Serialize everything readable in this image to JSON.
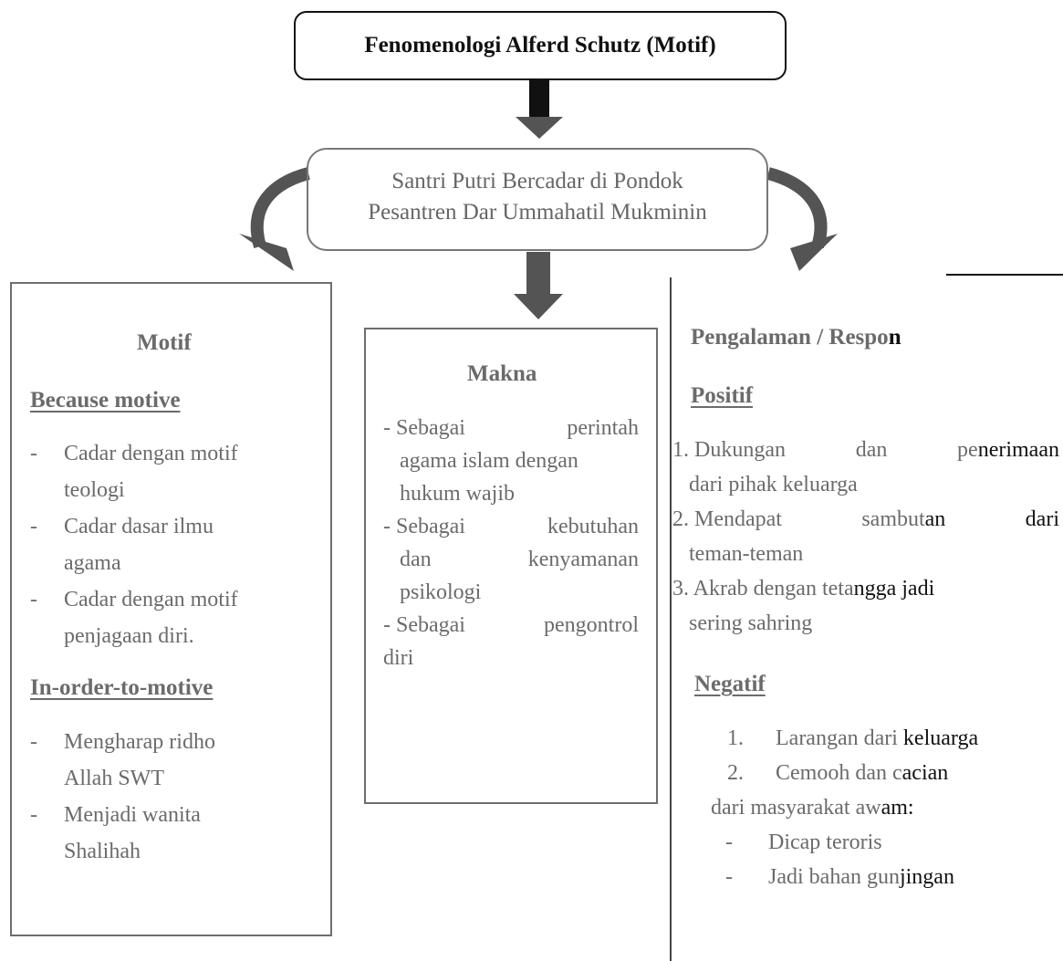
{
  "title": "Fenomenologi Alferd Schutz (Motif)",
  "subject": {
    "line1": "Santri Putri  Bercadar di  Pondok",
    "line2": "Pesantren Dar Ummahatil Mukminin"
  },
  "motif": {
    "heading": "Motif",
    "because_heading": "Because motive",
    "because_items": [
      [
        "Cadar dengan motif",
        "teologi"
      ],
      [
        "Cadar dasar ilmu",
        "agama"
      ],
      [
        "Cadar dengan motif",
        "penjagaan diri."
      ]
    ],
    "inorder_heading": "In-order-to-motive",
    "inorder_items": [
      [
        "Mengharap ridho",
        "Allah SWT"
      ],
      [
        "Menjadi wanita",
        "Shalihah"
      ]
    ]
  },
  "makna": {
    "heading": "Makna",
    "items": [
      {
        "w1": "- Sebagai",
        "w2": "perintah",
        "line2": "agama islam dengan",
        "line3": "hukum wajib"
      },
      {
        "w1": "- Sebagai",
        "w2": "kebutuhan",
        "line2a": "dan",
        "line2b": "kenyamanan",
        "line3": "psikologi"
      },
      {
        "w1": "- Sebagai",
        "w2": "pengontrol",
        "line2": "diri"
      }
    ]
  },
  "pengalaman": {
    "heading_part1": "Pengalaman / Respo",
    "heading_part2": "n",
    "positif_heading": "Positif",
    "positif_items": [
      {
        "l1a": "1. Dukungan",
        "l1b": "dan",
        "l1c": "pe",
        "l1d": "nerimaan",
        "l2": "dari pihak keluarga"
      },
      {
        "l1a": "2. Mendapat",
        "l1b": "sambut",
        "l1c": "an",
        "l1d": "dari",
        "l2": "teman-teman"
      },
      {
        "l1a": "3. Akrab dengan teta",
        "l1b": "ngga jadi",
        "l2": "sering sahring"
      }
    ],
    "negatif_heading": "Negatif",
    "negatif_items": [
      {
        "num": "1.",
        "a": "Larangan dari ",
        "b": "keluarga"
      },
      {
        "num": "2.",
        "a": "Cemooh dan c",
        "b": "acian"
      }
    ],
    "masyarakat_a": "dari masyarakat aw",
    "masyarakat_b": "am:",
    "sub_items": [
      {
        "a": "Dicap teroris",
        "b": ""
      },
      {
        "a": "Jadi bahan gun",
        "b": "jingan"
      }
    ]
  },
  "colors": {
    "arrow": "#545454",
    "text": "#6b6b6b",
    "title_border": "#111111"
  }
}
